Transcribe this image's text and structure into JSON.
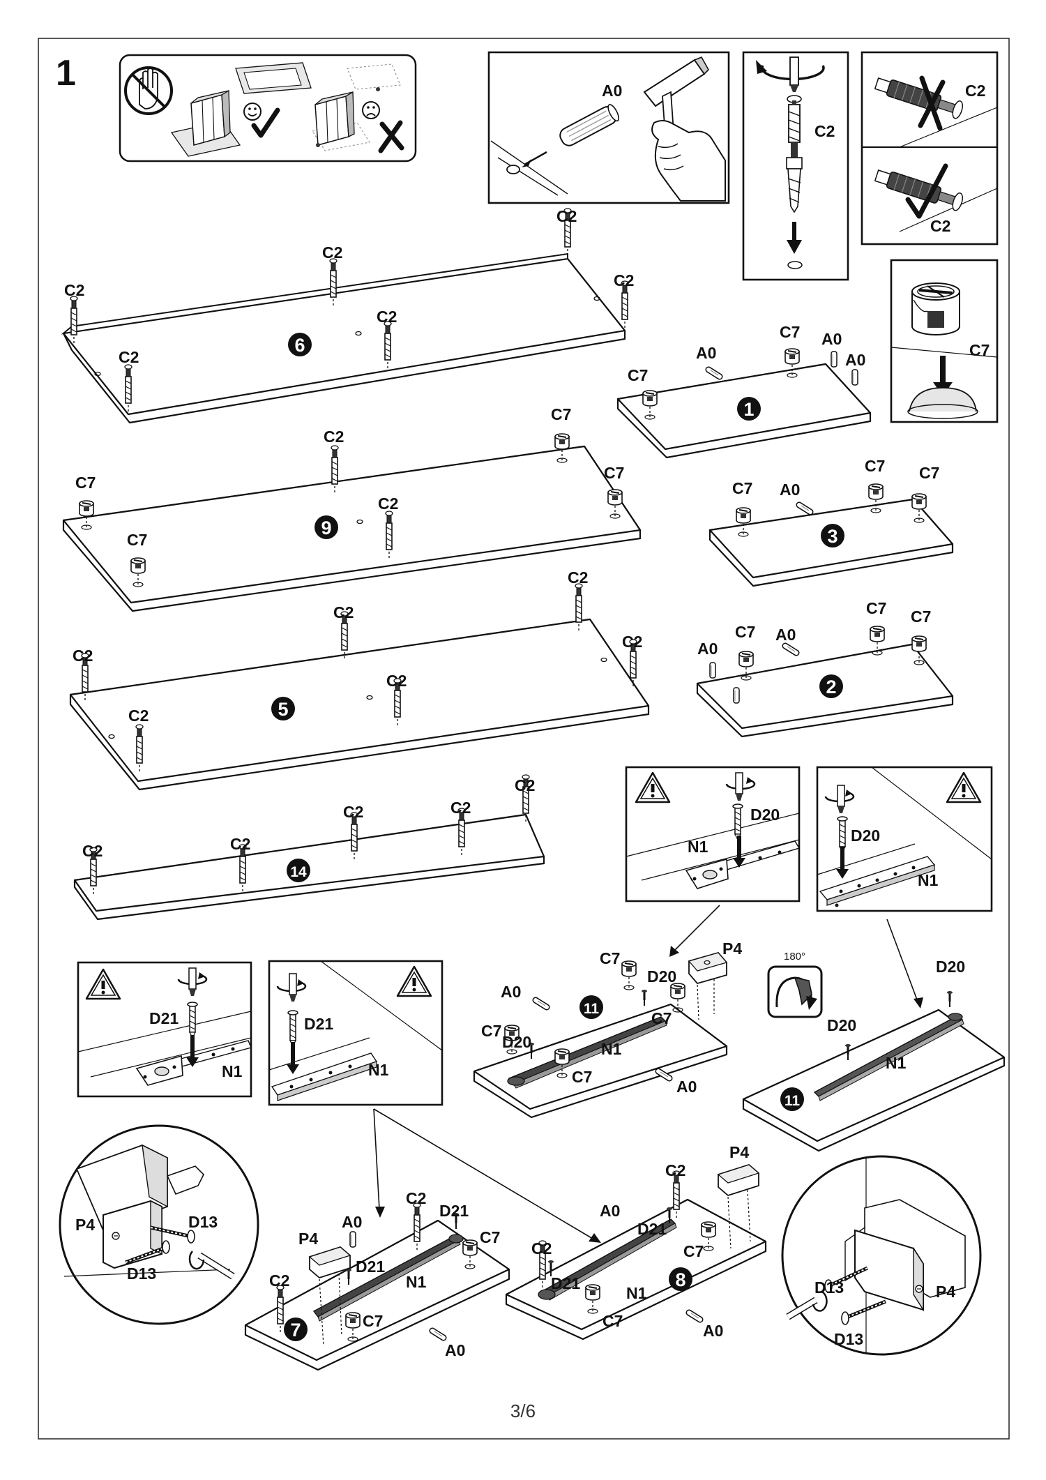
{
  "step_number": "1",
  "page_number": "3/6",
  "rotation_label": "180°",
  "parts": {
    "a0": "A0",
    "c2": "C2",
    "c7": "C7",
    "d20": "D20",
    "d21": "D21",
    "d13": "D13",
    "n1": "N1",
    "p4": "P4"
  },
  "panels": {
    "p6": "6",
    "p1": "1",
    "p9": "9",
    "p3": "3",
    "p5": "5",
    "p2": "2",
    "p14": "14",
    "p11": "11",
    "p7": "7",
    "p8": "8"
  }
}
